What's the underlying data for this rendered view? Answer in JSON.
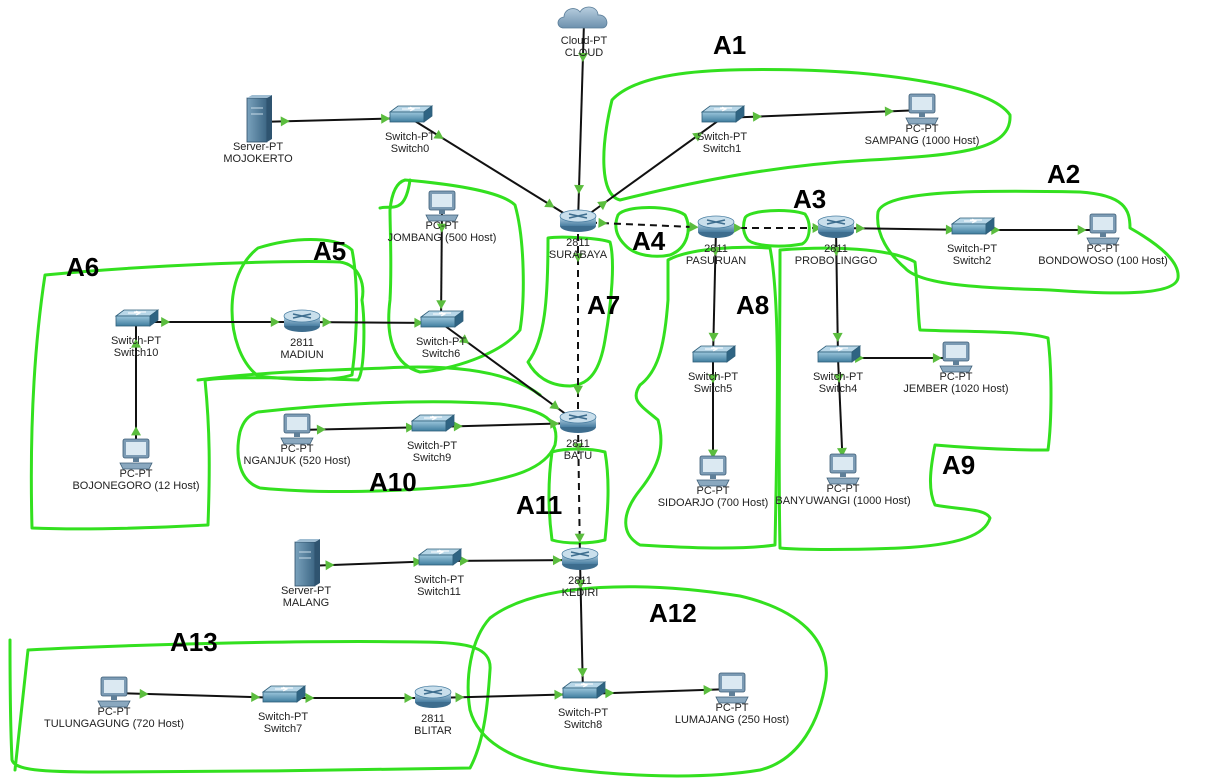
{
  "diagram": {
    "title": "",
    "devices": [
      {
        "id": "cloud",
        "kind": "cloud",
        "line1": "Cloud-PT",
        "line2": "CLOUD"
      },
      {
        "id": "srv_mojokerto",
        "kind": "server",
        "line1": "Server-PT",
        "line2": "MOJOKERTO"
      },
      {
        "id": "sw0",
        "kind": "switch",
        "line1": "Switch-PT",
        "line2": "Switch0"
      },
      {
        "id": "sw1",
        "kind": "switch",
        "line1": "Switch-PT",
        "line2": "Switch1"
      },
      {
        "id": "pc_sampang",
        "kind": "pc",
        "line1": "PC-PT",
        "line2": "SAMPANG (1000 Host)"
      },
      {
        "id": "r_surabaya",
        "kind": "router",
        "line1": "2811",
        "line2": "SURABAYA"
      },
      {
        "id": "r_pasuruan",
        "kind": "router",
        "line1": "2811",
        "line2": "PASURUAN"
      },
      {
        "id": "r_probolinggo",
        "kind": "router",
        "line1": "2811",
        "line2": "PROBOLINGGO"
      },
      {
        "id": "sw2",
        "kind": "switch",
        "line1": "Switch-PT",
        "line2": "Switch2"
      },
      {
        "id": "pc_bondowoso",
        "kind": "pc",
        "line1": "PC-PT",
        "line2": "BONDOWOSO (100 Host)"
      },
      {
        "id": "pc_jombang",
        "kind": "pc",
        "line1": "PC-PT",
        "line2": "JOMBANG (500 Host)"
      },
      {
        "id": "sw6",
        "kind": "switch",
        "line1": "Switch-PT",
        "line2": "Switch6"
      },
      {
        "id": "r_madiun",
        "kind": "router",
        "line1": "2811",
        "line2": "MADIUN"
      },
      {
        "id": "sw10",
        "kind": "switch",
        "line1": "Switch-PT",
        "line2": "Switch10"
      },
      {
        "id": "pc_bojonegoro",
        "kind": "pc",
        "line1": "PC-PT",
        "line2": "BOJONEGORO (12 Host)"
      },
      {
        "id": "r_batu",
        "kind": "router",
        "line1": "2811",
        "line2": "BATU"
      },
      {
        "id": "sw9",
        "kind": "switch",
        "line1": "Switch-PT",
        "line2": "Switch9"
      },
      {
        "id": "pc_nganjuk",
        "kind": "pc",
        "line1": "PC-PT",
        "line2": "NGANJUK (520 Host)"
      },
      {
        "id": "sw5",
        "kind": "switch",
        "line1": "Switch-PT",
        "line2": "Switch5"
      },
      {
        "id": "pc_sidoarjo",
        "kind": "pc",
        "line1": "PC-PT",
        "line2": "SIDOARJO (700 Host)"
      },
      {
        "id": "sw4",
        "kind": "switch",
        "line1": "Switch-PT",
        "line2": "Switch4"
      },
      {
        "id": "pc_jember",
        "kind": "pc",
        "line1": "PC-PT",
        "line2": "JEMBER (1020 Host)"
      },
      {
        "id": "pc_banyuwangi",
        "kind": "pc",
        "line1": "PC-PT",
        "line2": "BANYUWANGI (1000 Host)"
      },
      {
        "id": "r_kediri",
        "kind": "router",
        "line1": "2811",
        "line2": "KEDIRI"
      },
      {
        "id": "sw11",
        "kind": "switch",
        "line1": "Switch-PT",
        "line2": "Switch11"
      },
      {
        "id": "srv_malang",
        "kind": "server",
        "line1": "Server-PT",
        "line2": "MALANG"
      },
      {
        "id": "sw8",
        "kind": "switch",
        "line1": "Switch-PT",
        "line2": "Switch8"
      },
      {
        "id": "pc_lumajang",
        "kind": "pc",
        "line1": "PC-PT",
        "line2": "LUMAJANG (250 Host)"
      },
      {
        "id": "r_blitar",
        "kind": "router",
        "line1": "2811",
        "line2": "BLITAR"
      },
      {
        "id": "sw7",
        "kind": "switch",
        "line1": "Switch-PT",
        "line2": "Switch7"
      },
      {
        "id": "pc_tulungagung",
        "kind": "pc",
        "line1": "PC-PT",
        "line2": "TULUNGAGUNG (720 Host)"
      }
    ],
    "links": [
      {
        "a": "cloud",
        "b": "r_surabaya",
        "style": "solid"
      },
      {
        "a": "srv_mojokerto",
        "b": "sw0",
        "style": "solid"
      },
      {
        "a": "sw0",
        "b": "r_surabaya",
        "style": "solid"
      },
      {
        "a": "r_surabaya",
        "b": "sw1",
        "style": "solid"
      },
      {
        "a": "sw1",
        "b": "pc_sampang",
        "style": "solid"
      },
      {
        "a": "r_surabaya",
        "b": "r_pasuruan",
        "style": "dashed"
      },
      {
        "a": "r_pasuruan",
        "b": "r_probolinggo",
        "style": "dashed"
      },
      {
        "a": "r_probolinggo",
        "b": "sw2",
        "style": "solid"
      },
      {
        "a": "sw2",
        "b": "pc_bondowoso",
        "style": "solid"
      },
      {
        "a": "r_surabaya",
        "b": "r_batu",
        "style": "dashed"
      },
      {
        "a": "pc_jombang",
        "b": "sw6",
        "style": "solid"
      },
      {
        "a": "sw6",
        "b": "r_batu",
        "style": "solid"
      },
      {
        "a": "r_madiun",
        "b": "sw6",
        "style": "solid"
      },
      {
        "a": "sw10",
        "b": "r_madiun",
        "style": "solid"
      },
      {
        "a": "pc_bojonegoro",
        "b": "sw10",
        "style": "solid"
      },
      {
        "a": "pc_nganjuk",
        "b": "sw9",
        "style": "solid"
      },
      {
        "a": "sw9",
        "b": "r_batu",
        "style": "solid"
      },
      {
        "a": "r_pasuruan",
        "b": "sw5",
        "style": "solid"
      },
      {
        "a": "sw5",
        "b": "pc_sidoarjo",
        "style": "solid"
      },
      {
        "a": "r_probolinggo",
        "b": "sw4",
        "style": "solid"
      },
      {
        "a": "sw4",
        "b": "pc_jember",
        "style": "solid"
      },
      {
        "a": "sw4",
        "b": "pc_banyuwangi",
        "style": "solid"
      },
      {
        "a": "r_batu",
        "b": "r_kediri",
        "style": "dashed"
      },
      {
        "a": "srv_malang",
        "b": "sw11",
        "style": "solid"
      },
      {
        "a": "sw11",
        "b": "r_kediri",
        "style": "solid"
      },
      {
        "a": "r_kediri",
        "b": "sw8",
        "style": "solid"
      },
      {
        "a": "sw8",
        "b": "pc_lumajang",
        "style": "solid"
      },
      {
        "a": "r_blitar",
        "b": "sw8",
        "style": "solid"
      },
      {
        "a": "sw7",
        "b": "r_blitar",
        "style": "solid"
      },
      {
        "a": "pc_tulungagung",
        "b": "sw7",
        "style": "solid"
      }
    ],
    "areas": [
      {
        "id": "A1",
        "label": "A1"
      },
      {
        "id": "A2",
        "label": "A2"
      },
      {
        "id": "A3",
        "label": "A3"
      },
      {
        "id": "A4",
        "label": "A4"
      },
      {
        "id": "A5",
        "label": "A5"
      },
      {
        "id": "A6",
        "label": "A6"
      },
      {
        "id": "A7",
        "label": "A7"
      },
      {
        "id": "A8",
        "label": "A8"
      },
      {
        "id": "A9",
        "label": "A9"
      },
      {
        "id": "A10",
        "label": "A10"
      },
      {
        "id": "A11",
        "label": "A11"
      },
      {
        "id": "A12",
        "label": "A12"
      },
      {
        "id": "A13",
        "label": "A13"
      }
    ],
    "colors": {
      "area_outline": "#33e01f",
      "link": "#111111",
      "link_indicator": "#5bbd3e",
      "switch": "#4b8fb0",
      "router": "#5d8fb0",
      "pc": "#6f93b0",
      "server": "#55809e",
      "cloud": "#7ea3c3"
    }
  }
}
